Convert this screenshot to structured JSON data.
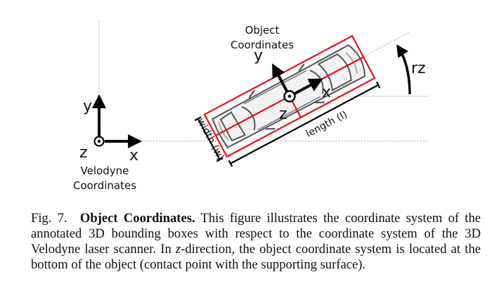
{
  "diagram": {
    "velodyne": {
      "axis_y": "y",
      "axis_x": "x",
      "axis_z": "z",
      "title_line1": "Velodyne",
      "title_line2": "Coordinates"
    },
    "object": {
      "title_line1": "Object",
      "title_line2": "Coordinates",
      "axis_y": "y",
      "axis_x": "x",
      "axis_z": "z",
      "rotation": "rz",
      "width_label": "width (w)",
      "length_label": "length (l)"
    }
  },
  "caption": {
    "fig_number": "Fig. 7.",
    "title": "Object Coordinates.",
    "body_1": "This figure illustrates the coordinate system of the annotated 3D bounding boxes with respect to the coordinate system of the 3D Velodyne laser scanner. In ",
    "body_italic": "z",
    "body_2": "-direction, the object coordinate system is located at the bottom of the object (contact point with the supporting surface)."
  }
}
